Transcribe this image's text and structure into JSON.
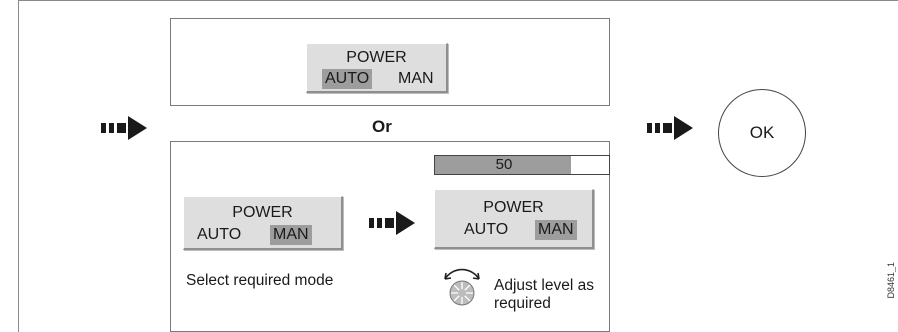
{
  "top_softkey": {
    "title": "POWER",
    "option_left": "AUTO",
    "option_right": "MAN",
    "selected": "AUTO"
  },
  "or_label": "Or",
  "left_softkey": {
    "title": "POWER",
    "option_left": "AUTO",
    "option_right": "MAN",
    "selected": "MAN"
  },
  "right_softkey": {
    "title": "POWER",
    "option_left": "AUTO",
    "option_right": "MAN",
    "selected": "MAN"
  },
  "level": {
    "value": "50",
    "fill_fraction": 0.5
  },
  "caption_select": "Select required mode",
  "caption_adjust_line1": "Adjust level as",
  "caption_adjust_line2": "required",
  "ok_label": "OK",
  "figure_ref": "D8461_1",
  "icons": {
    "arrow": "dashed-right-arrow-icon",
    "knob": "rotary-knob-icon"
  },
  "colors": {
    "highlight": "#9d9d9d",
    "softkey_bg": "#dedede"
  }
}
